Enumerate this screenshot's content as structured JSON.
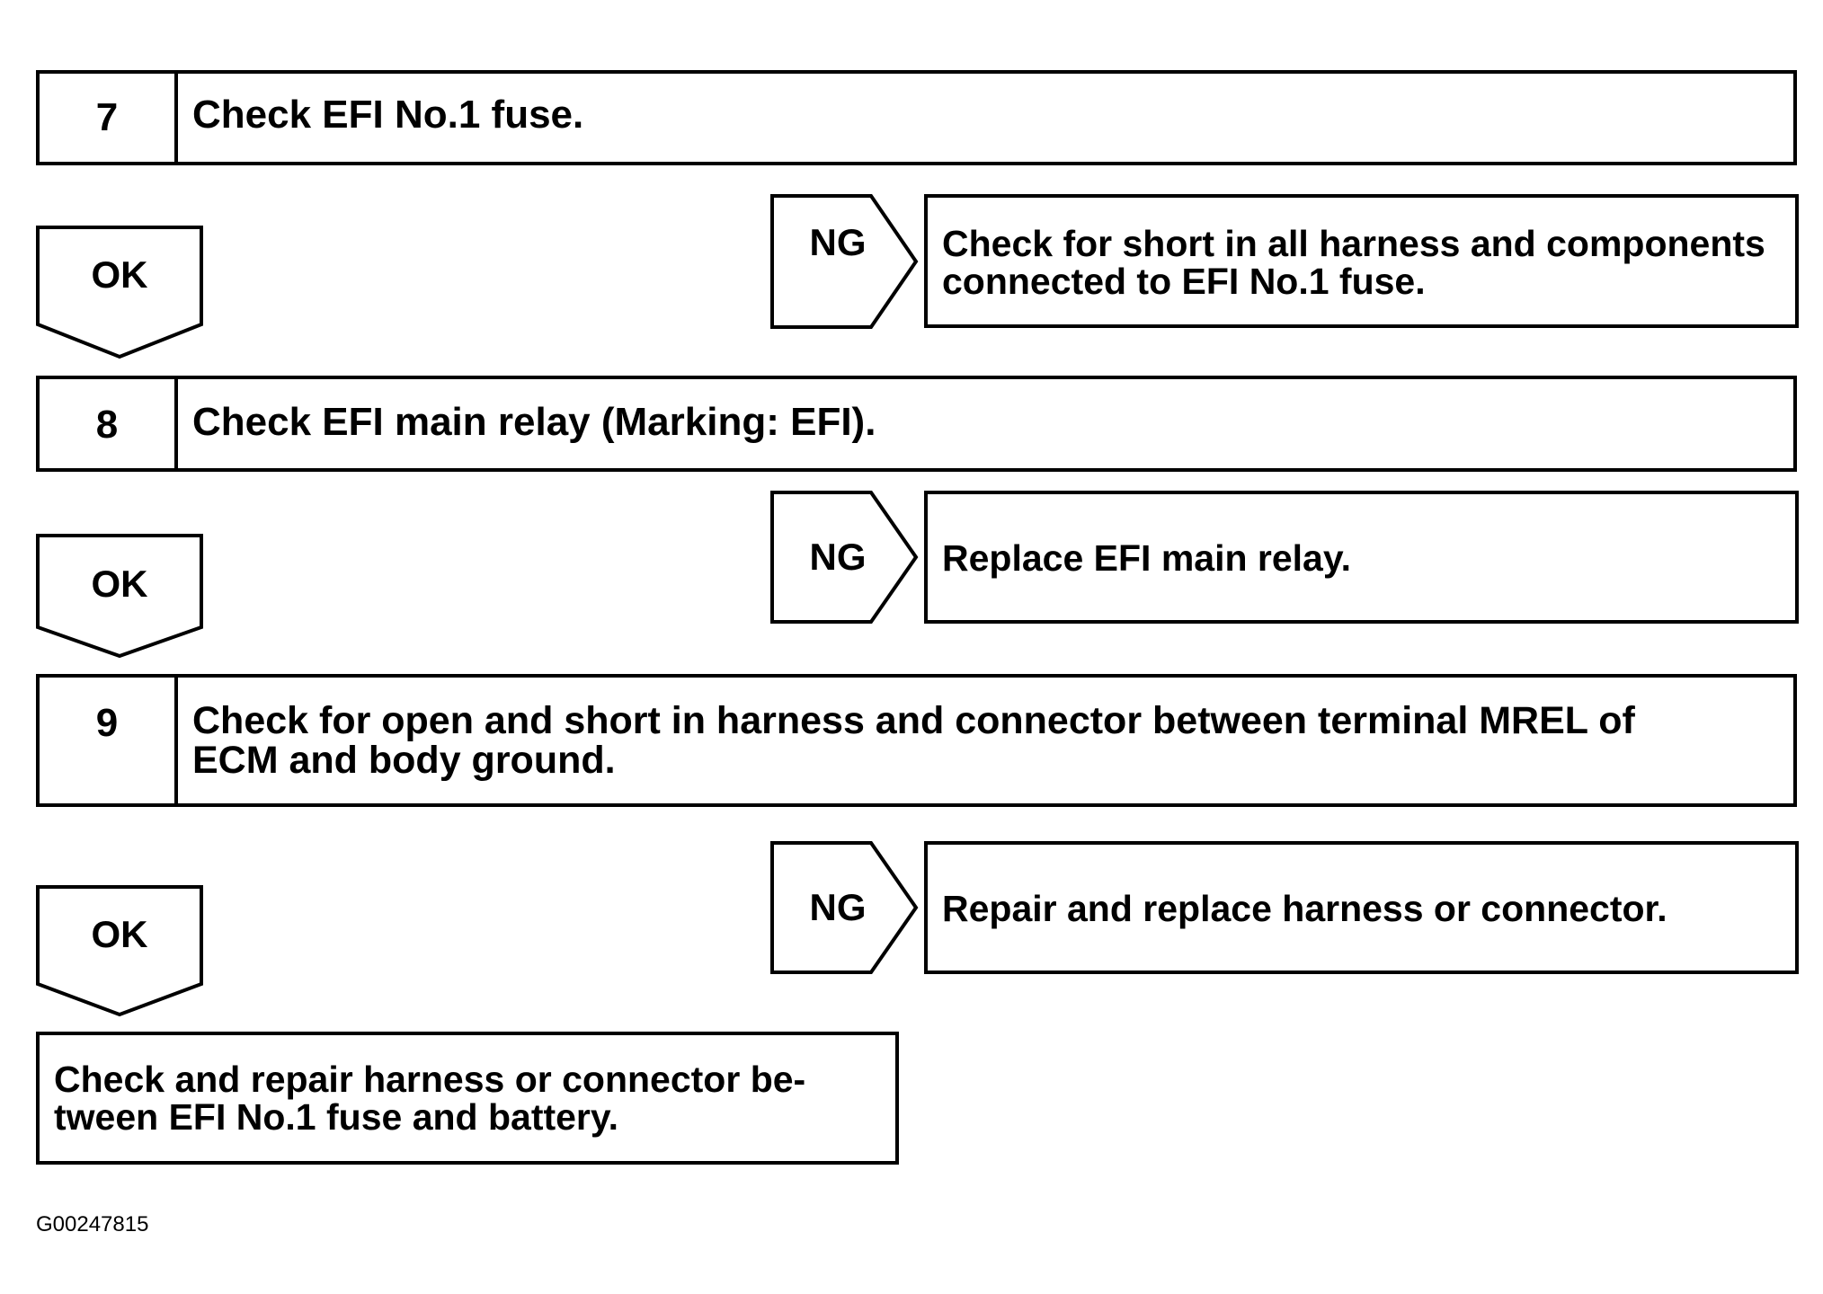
{
  "steps": [
    {
      "number": "7",
      "text": "Check EFI No.1 fuse."
    },
    {
      "number": "8",
      "text": "Check EFI main relay (Marking: EFI)."
    },
    {
      "number": "9",
      "line1": "Check for open and short in harness and connector between terminal MREL of",
      "line2": "ECM and body ground."
    }
  ],
  "ok_label": "OK",
  "ng_label": "NG",
  "ng_results": [
    {
      "line1": "Check for short in all harness and components",
      "line2": "connected to EFI No.1 fuse."
    },
    {
      "line1": "Replace EFI main relay."
    },
    {
      "line1": "Repair and replace harness or connector."
    }
  ],
  "final": {
    "line1": "Check and repair harness or connector be-",
    "line2": "tween EFI No.1 fuse and battery."
  },
  "figure_id": "G00247815"
}
